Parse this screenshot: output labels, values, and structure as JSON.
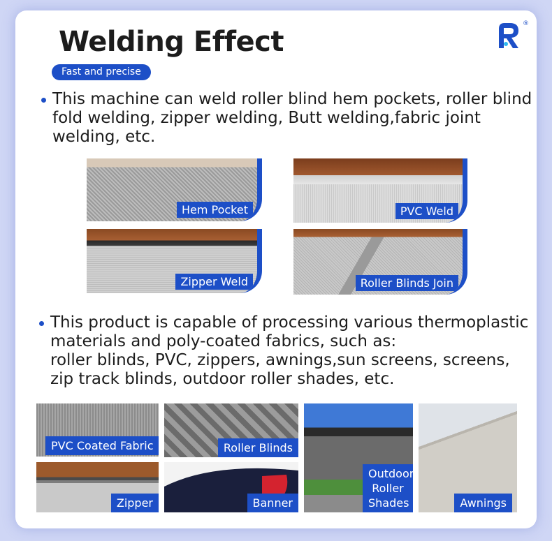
{
  "header": {
    "title": "Welding Effect",
    "subtitle": "Fast and precise",
    "logo_icon": "r-brand-logo",
    "trademark": "®"
  },
  "colors": {
    "accent": "#1d4fc7",
    "background": "#cfd6f5"
  },
  "intro": {
    "lines": [
      "This machine can weld roller blind hem pockets, roller blind",
      "fold welding, zipper welding, Butt welding,fabric joint",
      "welding, etc."
    ]
  },
  "weld_samples": [
    {
      "label": "Hem Pocket"
    },
    {
      "label": "PVC Weld"
    },
    {
      "label": "Zipper Weld"
    },
    {
      "label": "Roller Blinds Join"
    }
  ],
  "materials": {
    "lines": [
      "This product is capable of processing various thermoplastic",
      "materials and poly-coated fabrics, such as:",
      "roller blinds, PVC, zippers, awnings,sun screens, screens,",
      "zip track blinds, outdoor roller shades, etc."
    ]
  },
  "applications": [
    {
      "label": "PVC Coated Fabric"
    },
    {
      "label": "Roller Blinds"
    },
    {
      "label": "Zipper"
    },
    {
      "label": "Banner"
    },
    {
      "label": "Outdoor\nRoller\nShades"
    },
    {
      "label": "Awnings"
    }
  ]
}
